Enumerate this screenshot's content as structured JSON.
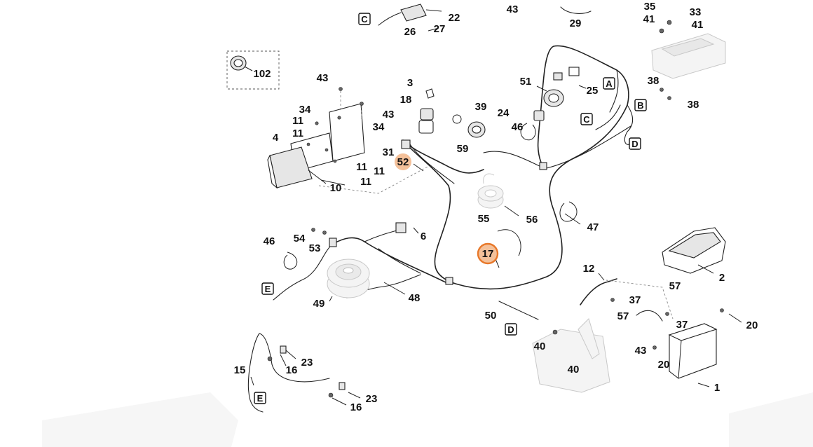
{
  "diagram": {
    "part_numbers": {
      "c1": "1",
      "c2": "2",
      "c3": "3",
      "c4": "4",
      "c6": "6",
      "c10": "10",
      "c11a": "11",
      "c11b": "11",
      "c11c": "11",
      "c11d": "11",
      "c11e": "11",
      "c12": "12",
      "c15": "15",
      "c16a": "16",
      "c16b": "16",
      "c18": "18",
      "c20a": "20",
      "c20b": "20",
      "c22": "22",
      "c23a": "23",
      "c23b": "23",
      "c24": "24",
      "c25": "25",
      "c26": "26",
      "c27": "27",
      "c29": "29",
      "c31": "31",
      "c33": "33",
      "c34a": "34",
      "c34b": "34",
      "c35": "35",
      "c37a": "37",
      "c37b": "37",
      "c38a": "38",
      "c38b": "38",
      "c39": "39",
      "c40a": "40",
      "c40b": "40",
      "c41a": "41",
      "c41b": "41",
      "c43a": "43",
      "c43b": "43",
      "c43c": "43",
      "c43d": "43",
      "c46a": "46",
      "c46b": "46",
      "c47": "47",
      "c48": "48",
      "c49": "49",
      "c50": "50",
      "c51": "51",
      "c53": "53",
      "c54": "54",
      "c55": "55",
      "c56": "56",
      "c57a": "57",
      "c57b": "57",
      "c59": "59",
      "c102": "102"
    },
    "highlighted": {
      "h52": "52",
      "h17": "17"
    },
    "highlight_color": "#f4c19a",
    "highlight_ring_color": "#e8782a",
    "connector_labels": {
      "A": "A",
      "B": "B",
      "C1": "C",
      "C2": "C",
      "D1": "D",
      "D2": "D",
      "E1": "E",
      "E2": "E"
    }
  }
}
